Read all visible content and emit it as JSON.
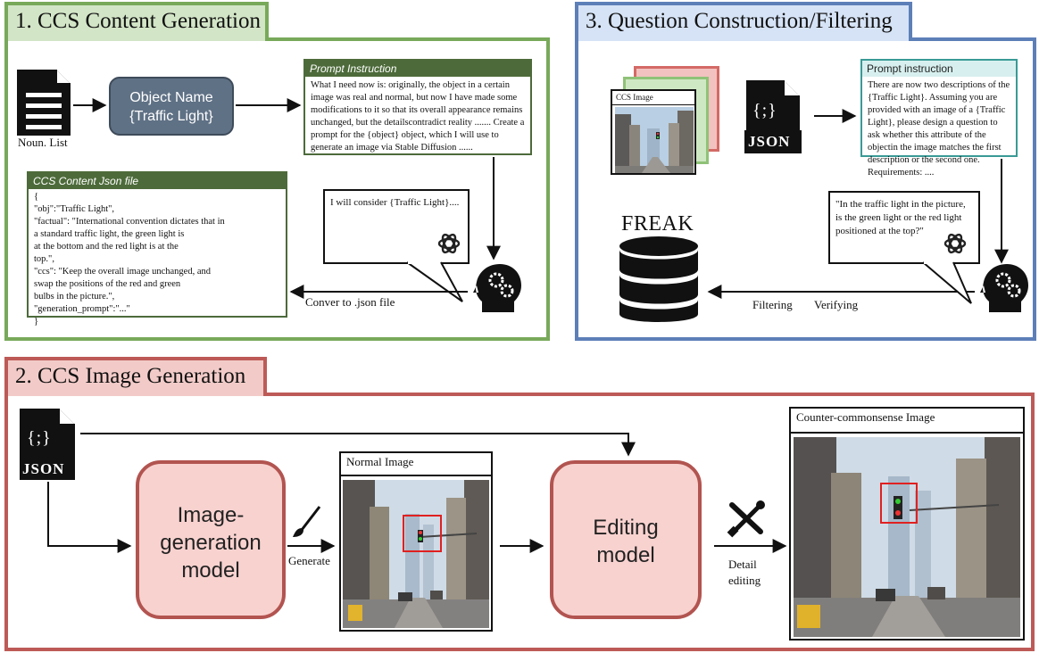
{
  "sections": {
    "content_generation": {
      "title": "1. CCS Content Generation"
    },
    "image_generation": {
      "title": "2. CCS Image Generation"
    },
    "question_construction": {
      "title": "3. Question Construction/Filtering"
    }
  },
  "step1": {
    "noun_list_label": "Noun. List",
    "object_name_line1": "Object Name",
    "object_name_line2": "{Traffic Light}",
    "prompt_header": "Prompt Instruction",
    "prompt_text": "What I need now is: originally, the object in a certain image was real and normal, but now I have made some modifications to it so that its overall appearance remains unchanged, but the detailscontradict reality  ....... Create a prompt for the  {object} object, which I will use to generate an image via Stable Diffusion ......",
    "bubble_text": "I will consider {Traffic Light}....",
    "json_header": "CCS Content Json file",
    "json_lines": [
      "{",
      "   \"obj\":\"Traffic Light\",",
      "   \"factual\": \"International convention dictates that in",
      "        a standard traffic light, the green light is",
      "        at the bottom and the red light is at the",
      "        top.\",",
      "    \"ccs\": \"Keep the overall image unchanged, and",
      "        swap the positions of the red and green",
      "        bulbs in the picture.\",",
      "   \"generation_prompt\":\"...\"",
      "}"
    ],
    "convert_label": "Conver to .json file"
  },
  "step3": {
    "ccs_image_label": "CCS Image",
    "json_icon_glyph": "{;}",
    "json_icon_text": "JSON",
    "prompt_header": "Prompt instruction",
    "prompt_text": "There are now two descriptions of the {Traffic Light}. Assuming you are provided with an image of a {Traffic Light}, please design a question to ask whether this attribute of the objectin the image matches the first description or the second one. Requirements: ....",
    "bubble_text": "\"In the traffic light in the picture, is the green light or the red light positioned at the top?\"",
    "db_label": "FREAK",
    "filtering_label": "Filtering",
    "verifying_label": "Verifying"
  },
  "step2": {
    "json_icon_glyph": "{;}",
    "json_icon_text": "JSON",
    "gen_model_line1": "Image-",
    "gen_model_line2": "generation",
    "gen_model_line3": "model",
    "generate_label": "Generate",
    "normal_image_label": "Normal Image",
    "edit_model_line1": "Editing",
    "edit_model_line2": "model",
    "detail_label_line1": "Detail",
    "detail_label_line2": "editing",
    "ccs_image_label": "Counter-commonsense Image"
  },
  "colors": {
    "green": "#78a95a",
    "blue": "#5d7fb8",
    "red": "#bd5a57",
    "model_fill": "#f8d2cf",
    "object_box": "#5f7185"
  }
}
